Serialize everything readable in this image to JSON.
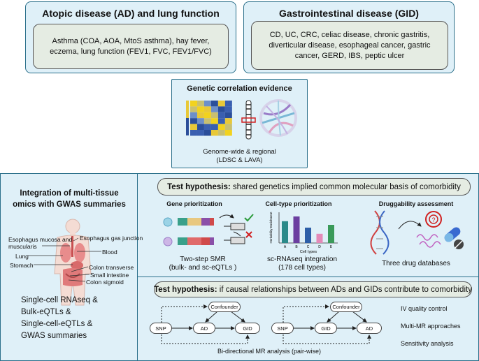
{
  "ad_panel": {
    "title": "Atopic disease (AD) and lung function",
    "body": "Asthma (COA, AOA, MtoS asthma), hay fever, eczema, lung function (FEV1, FVC, FEV1/FVC)"
  },
  "gid_panel": {
    "title": "Gastrointestinal disease (GID)",
    "body": "CD, UC, CRC, celiac disease, chronic gastritis, diverticular disease, esophageal cancer, gastric cancer, GERD, IBS, peptic ulcer"
  },
  "genetic": {
    "title": "Genetic correlation evidence",
    "caption_line1": "Genome-wide & regional",
    "caption_line2": "(LDSC & LAVA)"
  },
  "omics": {
    "title_line1": "Integration of multi-tissue",
    "title_line2": "omics with GWAS summaries",
    "tissues": [
      "Esophagus mucosa and muscularis",
      "Esophagus gas junction",
      "Blood",
      "Lung",
      "Stomach",
      "Colon transverse",
      "Small intestine",
      "Colon sigmoid"
    ],
    "sources": [
      "Single-cell RNAseq &",
      "Bulk-eQTLs &",
      "Single-cell-eQTLs &",
      "GWAS summaries"
    ]
  },
  "hyp1": {
    "label": "Test hypothesis:",
    "text": " shared genetics implied common molecular basis of comorbidity"
  },
  "gene_prior": {
    "title": "Gene prioritization",
    "caption_line1": "Two-step SMR",
    "caption_line2": "(bulk- and sc-eQTLs )"
  },
  "celltype_prior": {
    "title": "Cell-type prioritization",
    "caption_line1": "sc-RNAseq integration",
    "caption_line2": "(178 cell types)",
    "ylabel": "Heritability Enrichment",
    "xlabel": "Cell types"
  },
  "drug": {
    "title": "Druggability assessment",
    "caption": "Three drug databases"
  },
  "chart_data": {
    "type": "bar",
    "categories": [
      "A",
      "B",
      "C",
      "D",
      "E"
    ],
    "values": [
      0.78,
      0.95,
      0.55,
      0.33,
      0.65
    ],
    "colors": [
      "#2a8a8a",
      "#6b3fa0",
      "#2e5fa8",
      "#e48ab8",
      "#3a9a5a"
    ],
    "xlabel": "Cell types",
    "ylabel": "Heritability Enrichment"
  },
  "hyp2": {
    "label": "Test hypothesis:",
    "text": " if causal relationships between ADs and GIDs contribute to comorbidity"
  },
  "mr": {
    "left": {
      "snp": "SNP",
      "confounder": "Confounder",
      "a": "AD",
      "b": "GID"
    },
    "right": {
      "snp": "SNP",
      "confounder": "Confounder",
      "a": "GID",
      "b": "AD"
    },
    "caption": "Bi-directional MR analysis (pair-wise)",
    "methods": [
      "IV quality control",
      "Multi-MR approaches",
      "Sensitivity analysis"
    ]
  },
  "colors": {
    "panel_fill": "#dff0f8",
    "panel_border": "#2a6f8a",
    "pill_fill": "#e5ece3"
  }
}
